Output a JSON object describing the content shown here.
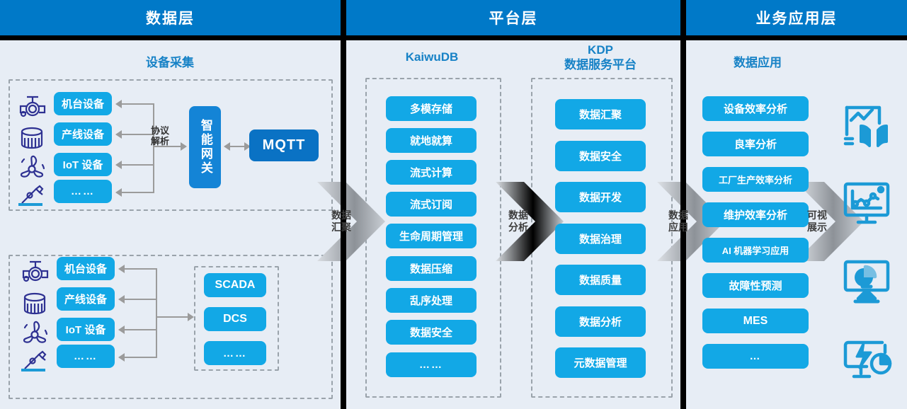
{
  "layers": [
    {
      "id": "data-layer",
      "title": "数据层"
    },
    {
      "id": "platform-layer",
      "title": "平台层"
    },
    {
      "id": "application-layer",
      "title": "业务应用层"
    }
  ],
  "data_layer": {
    "section_title": "设备采集",
    "group_top": {
      "devices": [
        "机台设备",
        "产线设备",
        "IoT 设备",
        "……"
      ],
      "device_icons": [
        "valve-icon",
        "tank-icon",
        "fan-icon",
        "robot-arm-icon"
      ],
      "protocol_label_line1": "协议",
      "protocol_label_line2": "解析",
      "gateway": "智能网关",
      "broker": "MQTT"
    },
    "group_bottom": {
      "devices": [
        "机台设备",
        "产线设备",
        "IoT 设备",
        "……"
      ],
      "device_icons": [
        "valve-icon",
        "tank-icon",
        "fan-icon",
        "robot-arm-icon"
      ],
      "systems": [
        "SCADA",
        "DCS",
        "……"
      ]
    }
  },
  "platform_layer": {
    "kaiwudb": {
      "title": "KaiwuDB",
      "items": [
        "多模存储",
        "就地就算",
        "流式计算",
        "流式订阅",
        "生命周期管理",
        "数据压缩",
        "乱序处理",
        "数据安全",
        "……"
      ]
    },
    "kdp": {
      "title_line1": "KDP",
      "title_line2": "数据服务平台",
      "items": [
        "数据汇聚",
        "数据安全",
        "数据开发",
        "数据治理",
        "数据质量",
        "数据分析",
        "元数据管理"
      ]
    }
  },
  "application_layer": {
    "section_title": "数据应用",
    "items": [
      "设备效率分析",
      "良率分析",
      "工厂生产效率分析",
      "维护效率分析",
      "AI 机器学习应用",
      "故障性预测",
      "MES",
      "…"
    ],
    "visual_icons": [
      "chart-book-icon",
      "monitor-line-chart-icon",
      "monitor-pie-chart-icon",
      "monitor-energy-icon"
    ]
  },
  "flow_arrows": [
    {
      "id": "arrow-data-aggregation",
      "line1": "数据",
      "line2": "汇聚"
    },
    {
      "id": "arrow-data-analysis",
      "line1": "数据",
      "line2": "分析"
    },
    {
      "id": "arrow-data-application",
      "line1": "数据",
      "line2": "应用"
    },
    {
      "id": "arrow-visualization",
      "line1": "可视",
      "line2": "展示"
    }
  ],
  "colors": {
    "header_blue": "#0079C8",
    "pill_blue": "#12A8E6",
    "pill_dark_blue": "#0A72C4",
    "background": "#E7EDF5",
    "title_blue": "#1782C6",
    "icon_navy": "#2E3192",
    "icon_blue": "#1C9AD6",
    "arrow_gray": "#9b9b9b"
  }
}
